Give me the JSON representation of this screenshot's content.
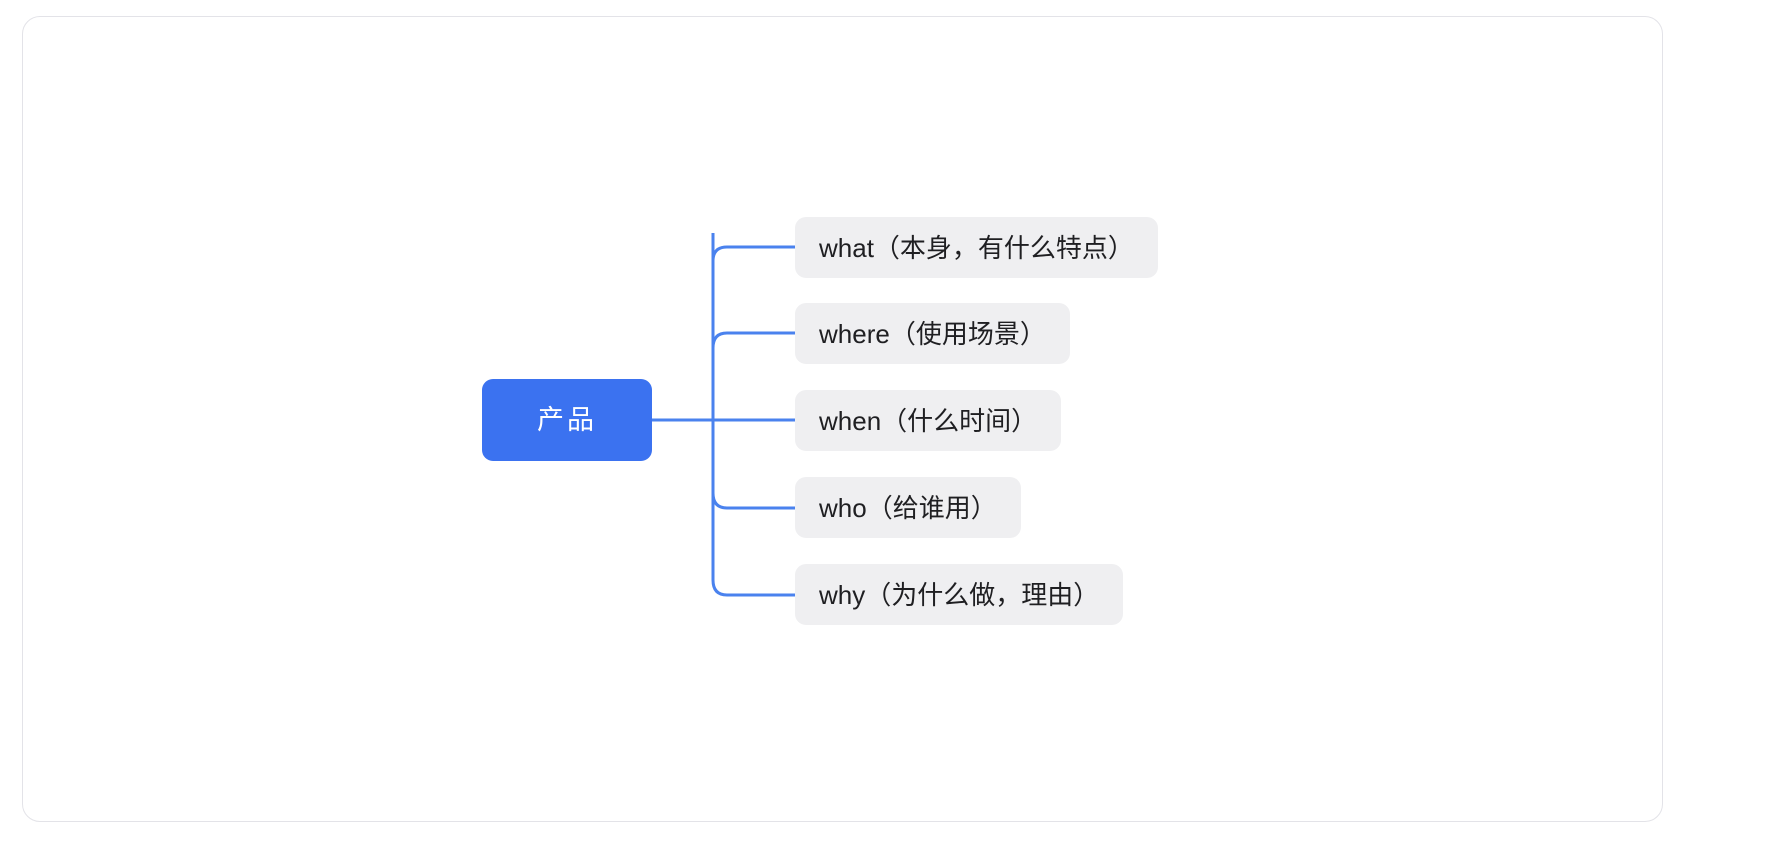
{
  "canvas": {
    "background_color": "#ffffff",
    "border_color": "#e3e3e8"
  },
  "mindmap": {
    "type": "mindmap",
    "orientation": "left-to-right",
    "root": {
      "label": "产品",
      "background_color": "#3b72f0",
      "text_color": "#ffffff"
    },
    "connector_color": "#4a82ee",
    "children": [
      {
        "label": "what（本身，有什么特点）",
        "background_color": "#efeff1",
        "text_color": "#1f1f22"
      },
      {
        "label": "where（使用场景）",
        "background_color": "#efeff1",
        "text_color": "#1f1f22"
      },
      {
        "label": "when（什么时间）",
        "background_color": "#efeff1",
        "text_color": "#1f1f22"
      },
      {
        "label": "who（给谁用）",
        "background_color": "#efeff1",
        "text_color": "#1f1f22"
      },
      {
        "label": "why（为什么做，理由）",
        "background_color": "#efeff1",
        "text_color": "#1f1f22"
      }
    ]
  }
}
